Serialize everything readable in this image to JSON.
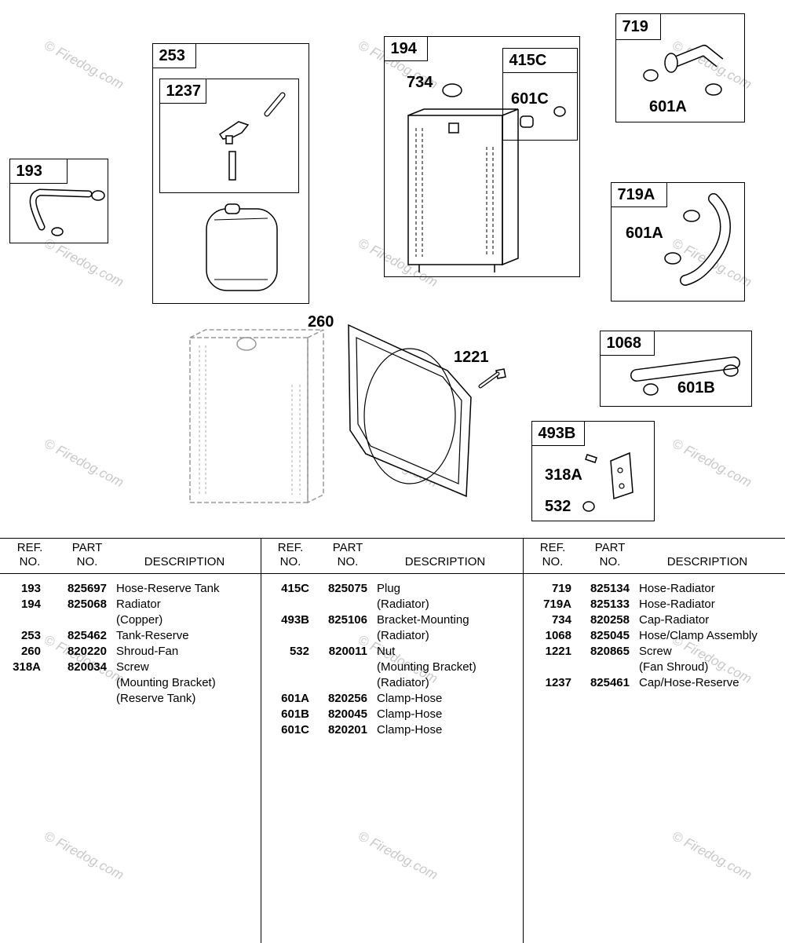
{
  "watermark": "© Firedog.com",
  "boxes": {
    "b253": "253",
    "b1237": "1237",
    "b193": "193",
    "b194": "194",
    "b415c": "415C",
    "b719": "719",
    "b719a": "719A",
    "b1068": "1068",
    "b493b": "493B"
  },
  "labels": {
    "l734": "734",
    "l601c": "601C",
    "l601a_1": "601A",
    "l601a_2": "601A",
    "l601b": "601B",
    "l260": "260",
    "l1221": "1221",
    "l318a": "318A",
    "l532": "532"
  },
  "table": {
    "headers": {
      "ref": "REF.\nNO.",
      "part": "PART\nNO.",
      "desc": "DESCRIPTION"
    },
    "columns": [
      {
        "rows": [
          {
            "ref": "193",
            "part": "825697",
            "desc": "Hose-Reserve Tank"
          },
          {
            "ref": "194",
            "part": "825068",
            "desc": "Radiator"
          },
          {
            "ref": "",
            "part": "",
            "desc": "(Copper)"
          },
          {
            "ref": "253",
            "part": "825462",
            "desc": "Tank-Reserve"
          },
          {
            "ref": "260",
            "part": "820220",
            "desc": "Shroud-Fan"
          },
          {
            "ref": "318A",
            "part": "820034",
            "desc": "Screw"
          },
          {
            "ref": "",
            "part": "",
            "desc": "(Mounting Bracket)"
          },
          {
            "ref": "",
            "part": "",
            "desc": "(Reserve Tank)"
          }
        ]
      },
      {
        "rows": [
          {
            "ref": "415C",
            "part": "825075",
            "desc": "Plug"
          },
          {
            "ref": "",
            "part": "",
            "desc": "(Radiator)"
          },
          {
            "ref": "493B",
            "part": "825106",
            "desc": "Bracket-Mounting"
          },
          {
            "ref": "",
            "part": "",
            "desc": "(Radiator)"
          },
          {
            "ref": "532",
            "part": "820011",
            "desc": "Nut"
          },
          {
            "ref": "",
            "part": "",
            "desc": "(Mounting Bracket)"
          },
          {
            "ref": "",
            "part": "",
            "desc": "(Radiator)"
          },
          {
            "ref": "601A",
            "part": "820256",
            "desc": "Clamp-Hose"
          },
          {
            "ref": "601B",
            "part": "820045",
            "desc": "Clamp-Hose"
          },
          {
            "ref": "601C",
            "part": "820201",
            "desc": "Clamp-Hose"
          }
        ]
      },
      {
        "rows": [
          {
            "ref": "719",
            "part": "825134",
            "desc": "Hose-Radiator"
          },
          {
            "ref": "719A",
            "part": "825133",
            "desc": "Hose-Radiator"
          },
          {
            "ref": "734",
            "part": "820258",
            "desc": "Cap-Radiator"
          },
          {
            "ref": "1068",
            "part": "825045",
            "desc": "Hose/Clamp Assembly"
          },
          {
            "ref": "1221",
            "part": "820865",
            "desc": "Screw"
          },
          {
            "ref": "",
            "part": "",
            "desc": "(Fan Shroud)"
          },
          {
            "ref": "1237",
            "part": "825461",
            "desc": "Cap/Hose-Reserve"
          }
        ]
      }
    ]
  }
}
